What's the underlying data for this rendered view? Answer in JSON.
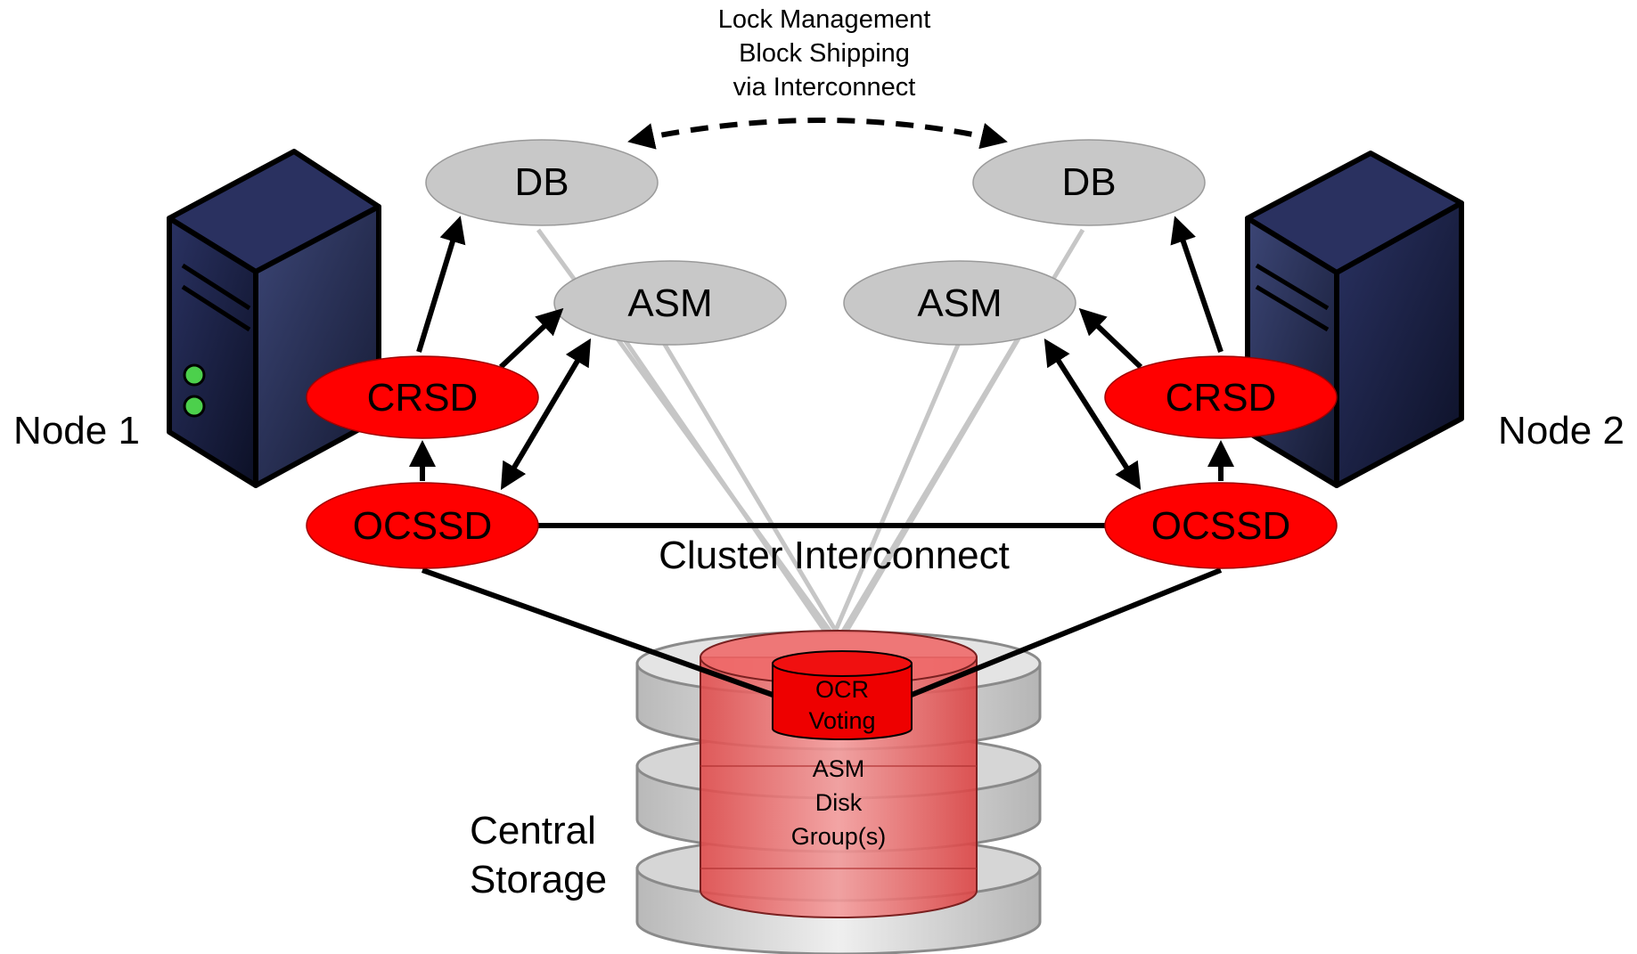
{
  "labels": {
    "lock_management": "Lock Management",
    "block_shipping": "Block Shipping",
    "via_interconnect": "via Interconnect",
    "cluster_interconnect": "Cluster Interconnect",
    "central": "Central",
    "storage": "Storage",
    "ocr": "OCR",
    "voting": "Voting",
    "asm_disk_1": "ASM",
    "asm_disk_2": "Disk",
    "asm_disk_3": "Group(s)"
  },
  "node1": {
    "label": "Node 1",
    "db": "DB",
    "asm": "ASM",
    "crsd": "CRSD",
    "ocssd": "OCSSD"
  },
  "node2": {
    "label": "Node 2",
    "db": "DB",
    "asm": "ASM",
    "crsd": "CRSD",
    "ocssd": "OCSSD"
  },
  "colors": {
    "grey_node": "#c8c8c8",
    "red_node": "#ff0000",
    "storage_red": "#e85858",
    "server_dark": "#1a1f3c",
    "connector_grey": "#c6c6c6"
  },
  "icons": {
    "server_left": "server-tower-icon",
    "server_right": "server-tower-icon",
    "storage": "disk-stack-icon"
  }
}
